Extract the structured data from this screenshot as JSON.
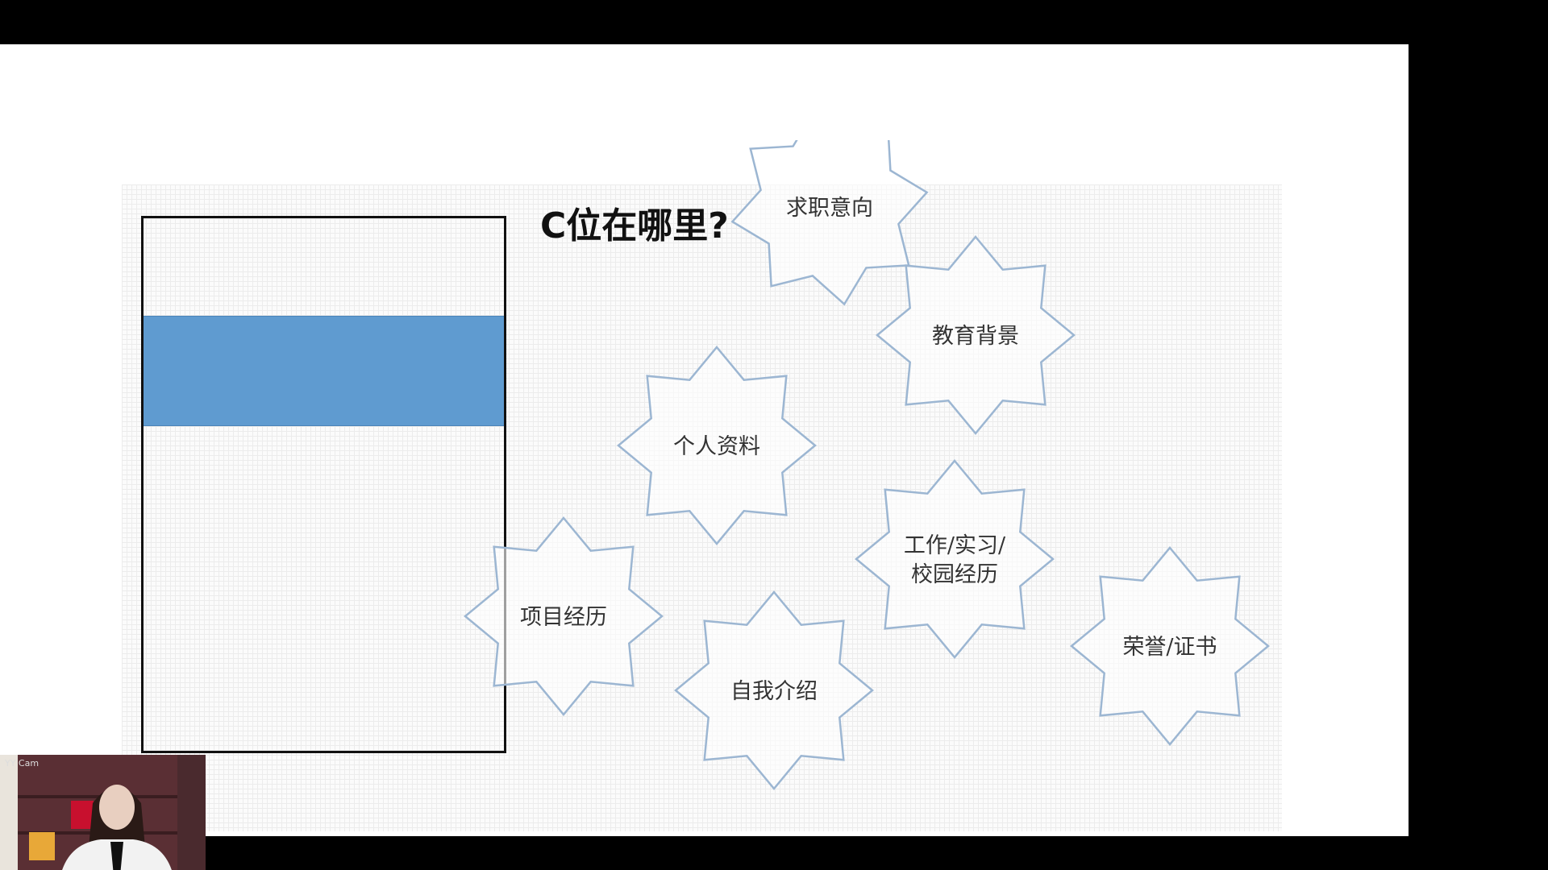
{
  "slide": {
    "title": "C位在哪里?",
    "resume_highlight_color": "#5f9bd0",
    "stars": [
      {
        "lines": [
          "求职意向"
        ]
      },
      {
        "lines": [
          "教育背景"
        ]
      },
      {
        "lines": [
          "个人资料"
        ]
      },
      {
        "lines": [
          "工作/实习/",
          "校园经历"
        ]
      },
      {
        "lines": [
          "项目经历"
        ]
      },
      {
        "lines": [
          "自我介绍"
        ]
      },
      {
        "lines": [
          "荣誉/证书"
        ]
      }
    ],
    "star_stroke_color": "#9cb6d2"
  },
  "webcam": {
    "label": "YY Cam"
  }
}
